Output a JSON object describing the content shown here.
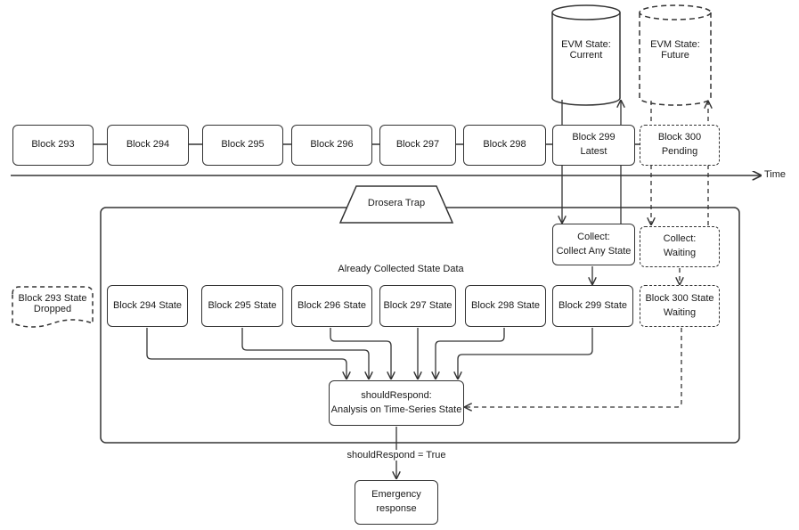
{
  "timeline": {
    "blocks": [
      "Block 293",
      "Block 294",
      "Block 295",
      "Block 296",
      "Block 297",
      "Block 298"
    ],
    "latest": {
      "label": "Block 299",
      "status": "Latest"
    },
    "pending": {
      "label": "Block 300",
      "status": "Pending"
    },
    "axis_label": "Time"
  },
  "evm": {
    "current": {
      "line1": "EVM State:",
      "line2": "Current"
    },
    "future": {
      "line1": "EVM State:",
      "line2": "Future"
    }
  },
  "trap": {
    "title": "Drosera Trap",
    "collected_label": "Already Collected State Data",
    "collect_any": {
      "line1": "Collect:",
      "line2": "Collect Any State"
    },
    "collect_waiting": {
      "line1": "Collect:",
      "line2": "Waiting"
    },
    "states": [
      "Block 294 State",
      "Block 295 State",
      "Block 296 State",
      "Block 297 State",
      "Block 298 State",
      "Block 299 State"
    ],
    "state_300": {
      "line1": "Block 300 State",
      "line2": "Waiting"
    },
    "should_respond": {
      "line1": "shouldRespond:",
      "line2": "Analysis on Time-Series State"
    }
  },
  "dropped": {
    "line1": "Block 293 State",
    "line2": "Dropped"
  },
  "condition_label": "shouldRespond = True",
  "emergency": {
    "line1": "Emergency",
    "line2": "response"
  }
}
